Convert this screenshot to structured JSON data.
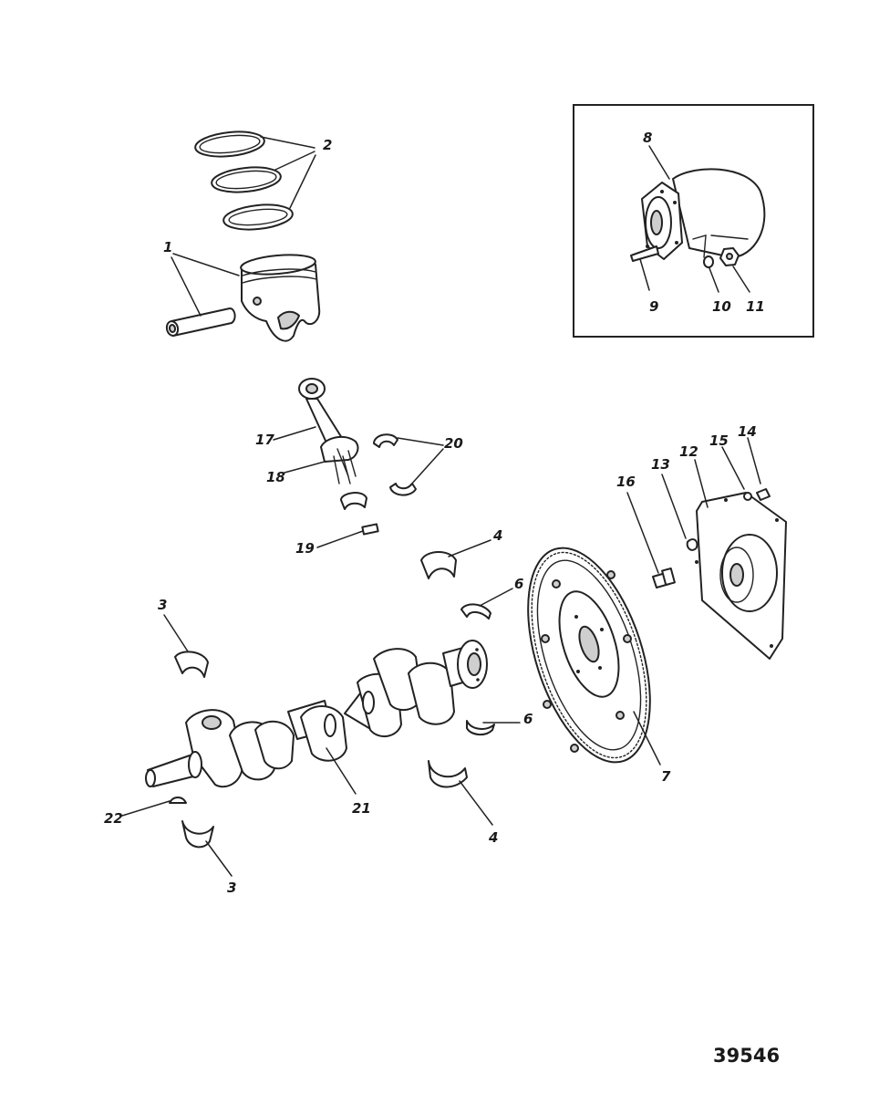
{
  "figure": {
    "number": "39546"
  },
  "callouts": {
    "c1": "1",
    "c2": "2",
    "c3a": "3",
    "c3b": "3",
    "c4a": "4",
    "c4b": "4",
    "c6a": "6",
    "c6b": "6",
    "c7": "7",
    "c8": "8",
    "c9": "9",
    "c10": "10",
    "c11": "11",
    "c12": "12",
    "c13": "13",
    "c14": "14",
    "c15": "15",
    "c16": "16",
    "c17": "17",
    "c18": "18",
    "c19": "19",
    "c20": "20",
    "c21": "21",
    "c22": "22"
  }
}
